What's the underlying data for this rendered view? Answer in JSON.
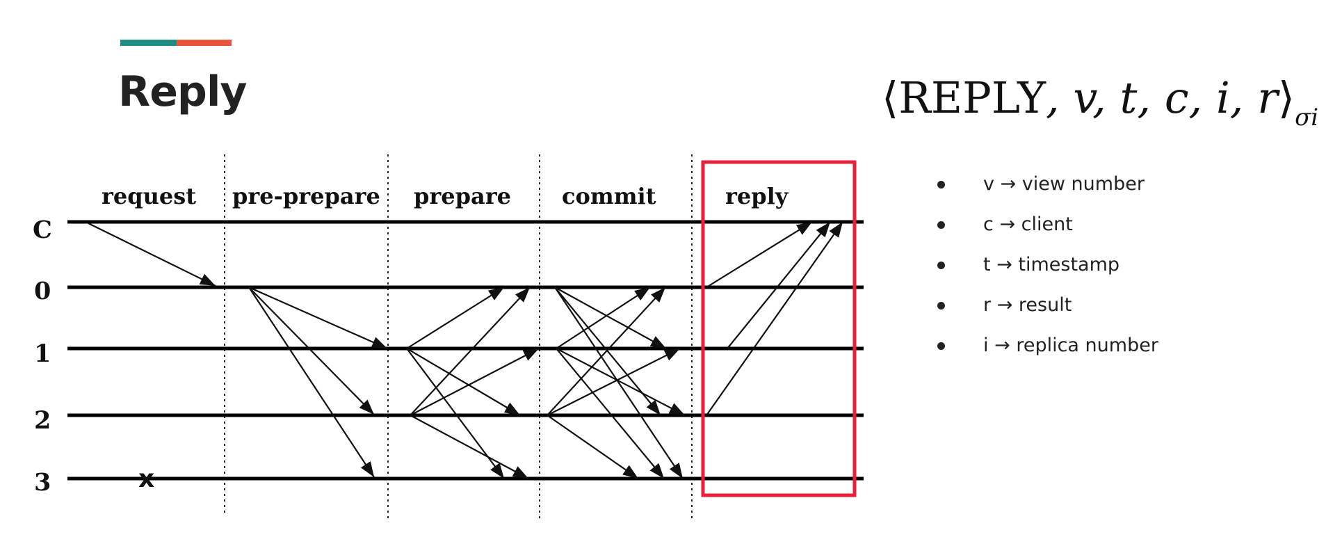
{
  "title": "Reply",
  "accent_colors": [
    "#1e8c82",
    "#e8553a"
  ],
  "highlight_color": "#e8213a",
  "formula": {
    "open": "⟨",
    "keyword": "REPLY",
    "args": ", v, t, c, i, r",
    "close": "⟩",
    "subscript": "σi"
  },
  "legend": [
    {
      "symbol": "v",
      "arrow": "→",
      "meaning": "view number"
    },
    {
      "symbol": "c",
      "arrow": "→",
      "meaning": "client"
    },
    {
      "symbol": "t",
      "arrow": "→",
      "meaning": "timestamp"
    },
    {
      "symbol": "r",
      "arrow": "→",
      "meaning": "result"
    },
    {
      "symbol": "i",
      "arrow": "→",
      "meaning": "replica number"
    }
  ],
  "diagram": {
    "phases": [
      "request",
      "pre-prepare",
      "prepare",
      "commit",
      "reply"
    ],
    "rows": [
      "C",
      "0",
      "1",
      "2",
      "3"
    ],
    "failed_node_mark": "x",
    "highlighted_phase": "reply"
  }
}
